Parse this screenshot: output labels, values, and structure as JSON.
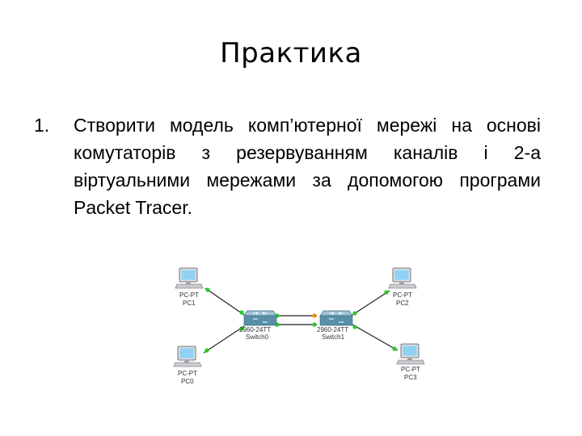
{
  "slide": {
    "title": "Практика",
    "items": [
      {
        "number": "1.",
        "text": "Створити модель комп’ютерної мережі на основі комутаторів з резервуванням каналів і 2-а віртуальними мережами за допомогою програми Packet Tracer."
      }
    ]
  },
  "diagram": {
    "nodes": {
      "pc1": {
        "type": "PC-PT",
        "name": "PC1"
      },
      "pc0": {
        "type": "PC-PT",
        "name": "PC0"
      },
      "pc2": {
        "type": "PC-PT",
        "name": "PC2"
      },
      "pc3": {
        "type": "PC-PT",
        "name": "PC3"
      },
      "switch0": {
        "model": "2960-24TT",
        "name": "Switch0"
      },
      "switch1": {
        "model": "2960-24TT",
        "name": "Switch1"
      }
    },
    "colors": {
      "link": "#222222",
      "port_up": "#22cc22",
      "port_blocked": "#ff8800",
      "switch_body": "#5b8fa8",
      "monitor_screen": "#8fd2f5"
    },
    "icons": [
      "pc-icon",
      "switch-icon"
    ]
  }
}
